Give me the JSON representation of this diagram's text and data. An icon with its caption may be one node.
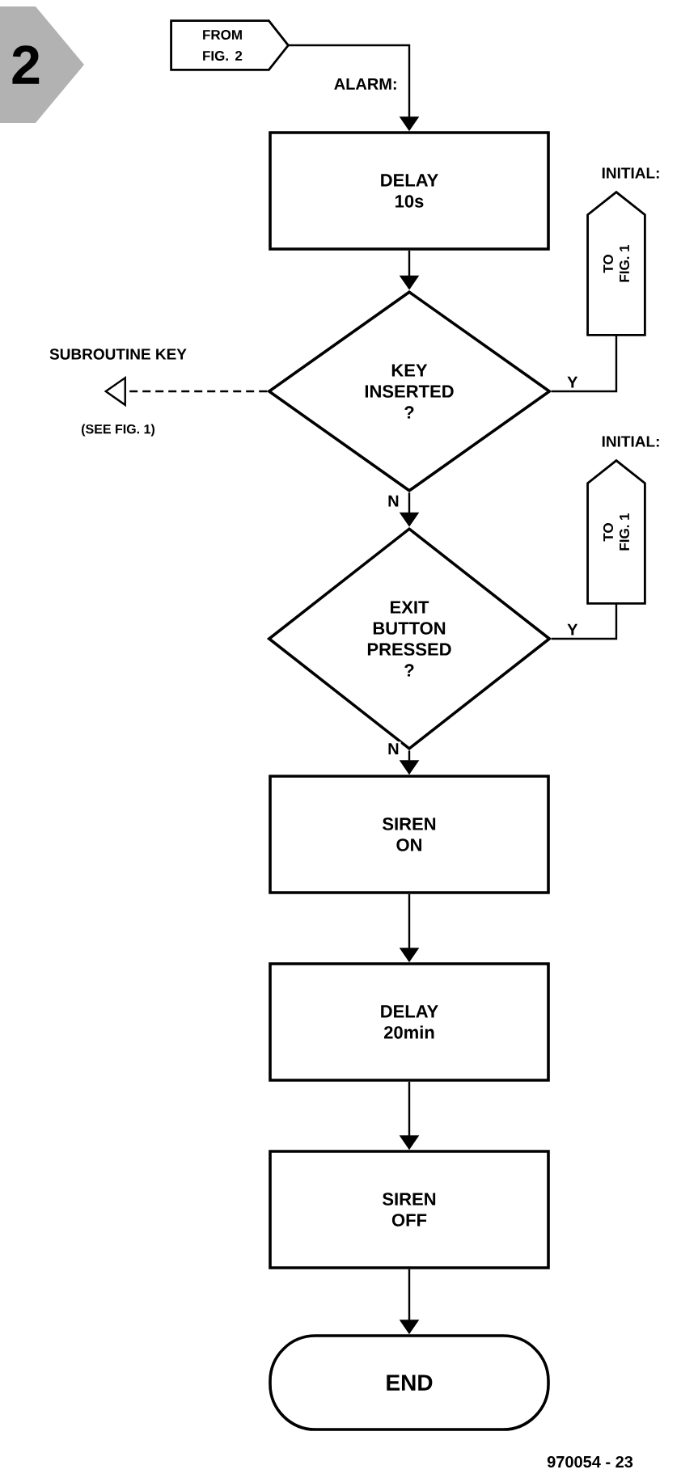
{
  "diagram": {
    "nodes": [
      {
        "text": [
          "FROM FIG. 2"
        ]
      },
      {
        "text": [
          "DELAY 10s"
        ]
      },
      {
        "text": [
          "KEY INSERTED ?"
        ]
      },
      {
        "text": [
          "INITIAL:",
          "TO FIG. 1"
        ]
      },
      {
        "text": [
          "SUBROUTINE KEY",
          "(SEE FIG. 1)"
        ]
      },
      {
        "text": [
          "EXIT BUTTON PRESSED ?"
        ]
      },
      {
        "text": [
          "INITIAL:",
          "TO FIG. 1"
        ]
      },
      {
        "text": [
          "SIREN ON"
        ]
      },
      {
        "text": [
          "DELAY 20min"
        ]
      },
      {
        "text": [
          "SIREN OFF"
        ]
      },
      {
        "text": [
          "END"
        ]
      }
    ],
    "edges": [
      {
        "from": 0,
        "to": 1,
        "arrow": "to",
        "label": "ALARM:"
      },
      {
        "from": 1,
        "to": 2,
        "arrow": "to"
      },
      {
        "from": 2,
        "to": 3,
        "arrow": "none",
        "label": "Y"
      },
      {
        "from": 2,
        "to": 4,
        "arrow": "none",
        "style": "dashed"
      },
      {
        "from": 2,
        "to": 5,
        "arrow": "to",
        "label": "N"
      },
      {
        "from": 5,
        "to": 6,
        "arrow": "none",
        "label": "Y"
      },
      {
        "from": 5,
        "to": 7,
        "arrow": "to",
        "label": "N"
      },
      {
        "from": 7,
        "to": 8,
        "arrow": "to"
      },
      {
        "from": 8,
        "to": 9,
        "arrow": "to"
      },
      {
        "from": 9,
        "to": 10,
        "arrow": "to"
      }
    ],
    "labels": [
      "2",
      "970054 - 23"
    ]
  }
}
